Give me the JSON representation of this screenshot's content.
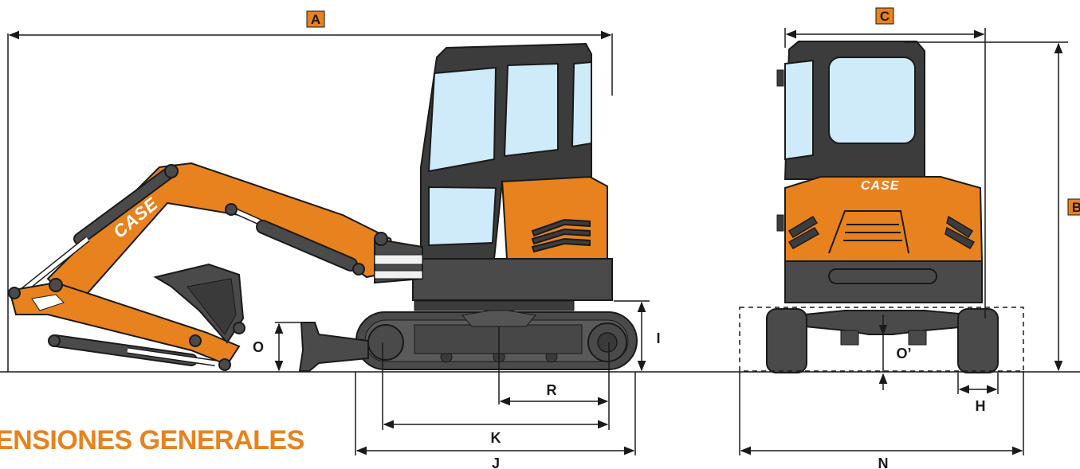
{
  "heading": "ENSIONES GENERALES",
  "brand": {
    "text": "CASE"
  },
  "colors": {
    "machine_orange": "#e8821e",
    "machine_dark": "#3c3c3c",
    "glass": "#cfeaf8",
    "label_box": "#e8821e",
    "line": "#1a1a1a"
  },
  "dimension_labels": {
    "A": "A",
    "B": "B",
    "C": "C",
    "H": "H",
    "I": "I",
    "J": "J",
    "K": "K",
    "N": "N",
    "O": "O",
    "O_prime": "O’",
    "R": "R"
  }
}
